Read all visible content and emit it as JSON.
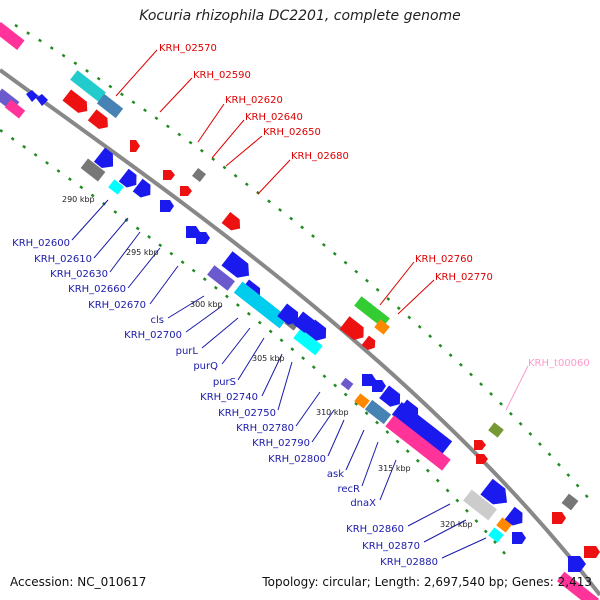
{
  "title": "Kocuria rhizophila DC2201, complete genome",
  "footer": {
    "accession": "Accession: NC_010617",
    "summary": "Topology: circular; Length: 2,697,540 bp; Genes: 2,413"
  },
  "colors": {
    "backbone": "#888888",
    "dots": "#228b22",
    "plus_label": "#dd0000",
    "minus_label": "#1a1aaa",
    "trna_label": "#ff99cc"
  },
  "ticks": [
    {
      "label": "290 kbp"
    },
    {
      "label": "295 kbp"
    },
    {
      "label": "300 kbp"
    },
    {
      "label": "305 kbp"
    },
    {
      "label": "310 kbp"
    },
    {
      "label": "315 kbp"
    },
    {
      "label": "320 kbp"
    }
  ],
  "plus_labels": [
    {
      "text": "KRH_02570"
    },
    {
      "text": "KRH_02590"
    },
    {
      "text": "KRH_02620"
    },
    {
      "text": "KRH_02640"
    },
    {
      "text": "KRH_02650"
    },
    {
      "text": "KRH_02680"
    },
    {
      "text": "KRH_02760"
    },
    {
      "text": "KRH_02770"
    },
    {
      "text": "KRH_t00060"
    }
  ],
  "minus_labels": [
    {
      "text": "KRH_02600"
    },
    {
      "text": "KRH_02610"
    },
    {
      "text": "KRH_02630"
    },
    {
      "text": "KRH_02660"
    },
    {
      "text": "KRH_02670"
    },
    {
      "text": "cls"
    },
    {
      "text": "KRH_02700"
    },
    {
      "text": "purL"
    },
    {
      "text": "purQ"
    },
    {
      "text": "purS"
    },
    {
      "text": "KRH_02740"
    },
    {
      "text": "KRH_02750"
    },
    {
      "text": "KRH_02780"
    },
    {
      "text": "KRH_02790"
    },
    {
      "text": "KRH_02800"
    },
    {
      "text": "ask"
    },
    {
      "text": "recR"
    },
    {
      "text": "dnaX"
    },
    {
      "text": "KRH_02860"
    },
    {
      "text": "KRH_02870"
    },
    {
      "text": "KRH_02880"
    }
  ]
}
